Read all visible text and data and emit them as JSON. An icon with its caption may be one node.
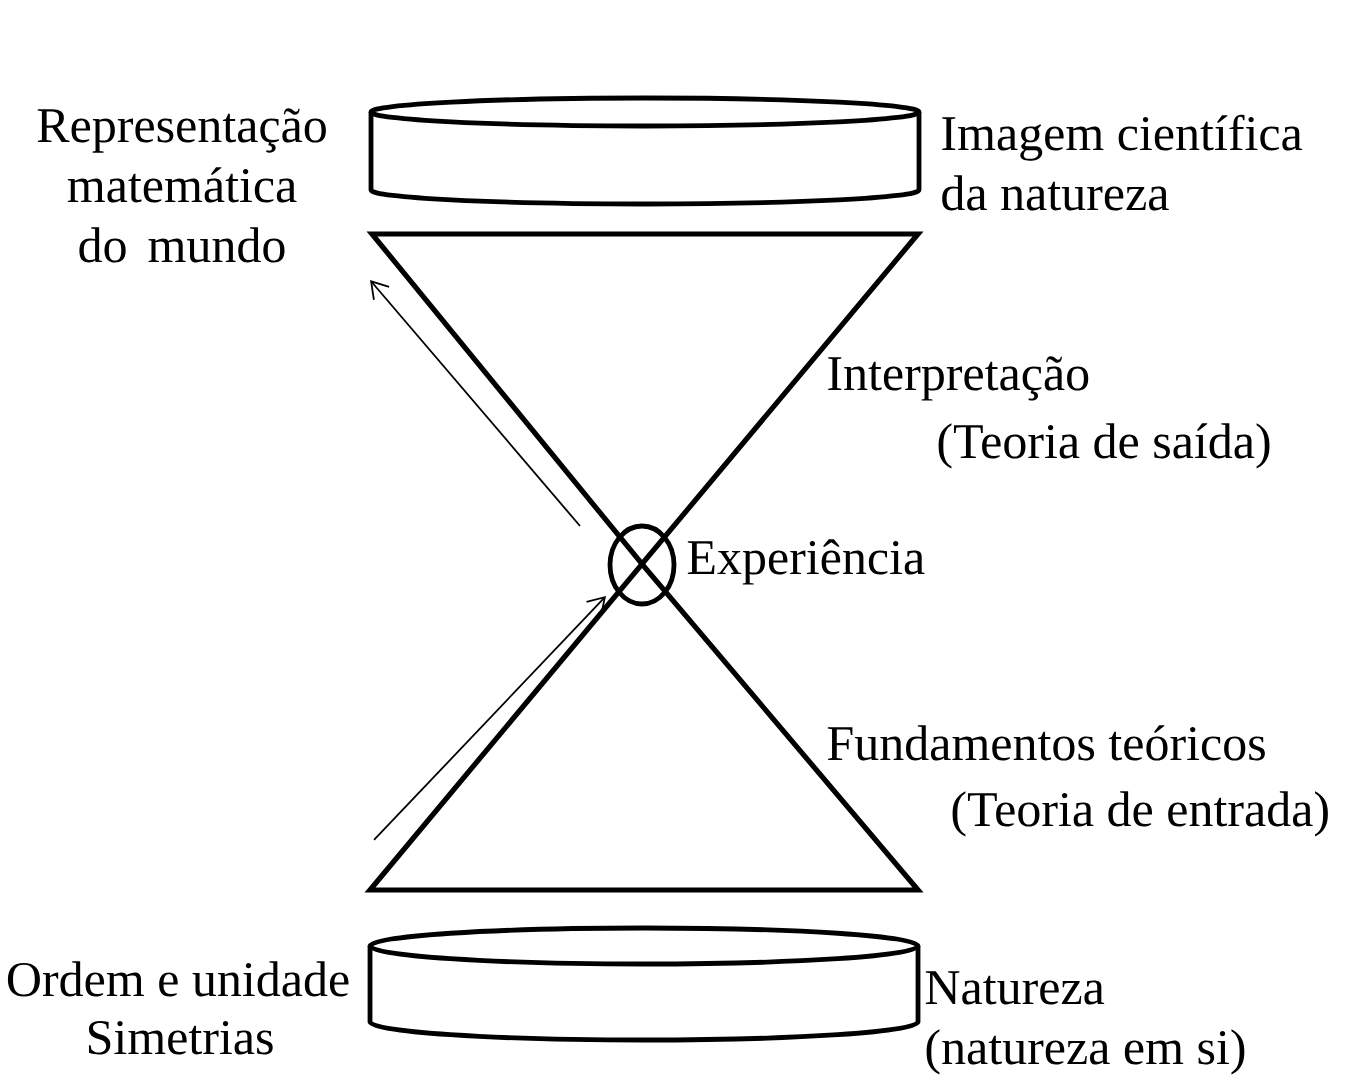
{
  "diagram": {
    "nodes": [
      {
        "text": [],
        "shape": "cylinder",
        "beside": [
          "Representação matemática do mundo",
          "Imagem científica da natureza"
        ]
      },
      {
        "text": [],
        "shape": "triangle",
        "beside": [
          "Interpretação",
          "(Teoria de saída)"
        ]
      },
      {
        "text": [],
        "shape": "circle",
        "beside": [
          "Experiência"
        ]
      },
      {
        "text": [],
        "shape": "triangle",
        "beside": [
          "Fundamentos teóricos",
          "(Teoria de entrada)"
        ]
      },
      {
        "text": [],
        "shape": "cylinder",
        "beside": [
          "Ordem e unidade",
          "Simetrias",
          "Natureza",
          "(natureza em si)"
        ]
      }
    ]
  }
}
